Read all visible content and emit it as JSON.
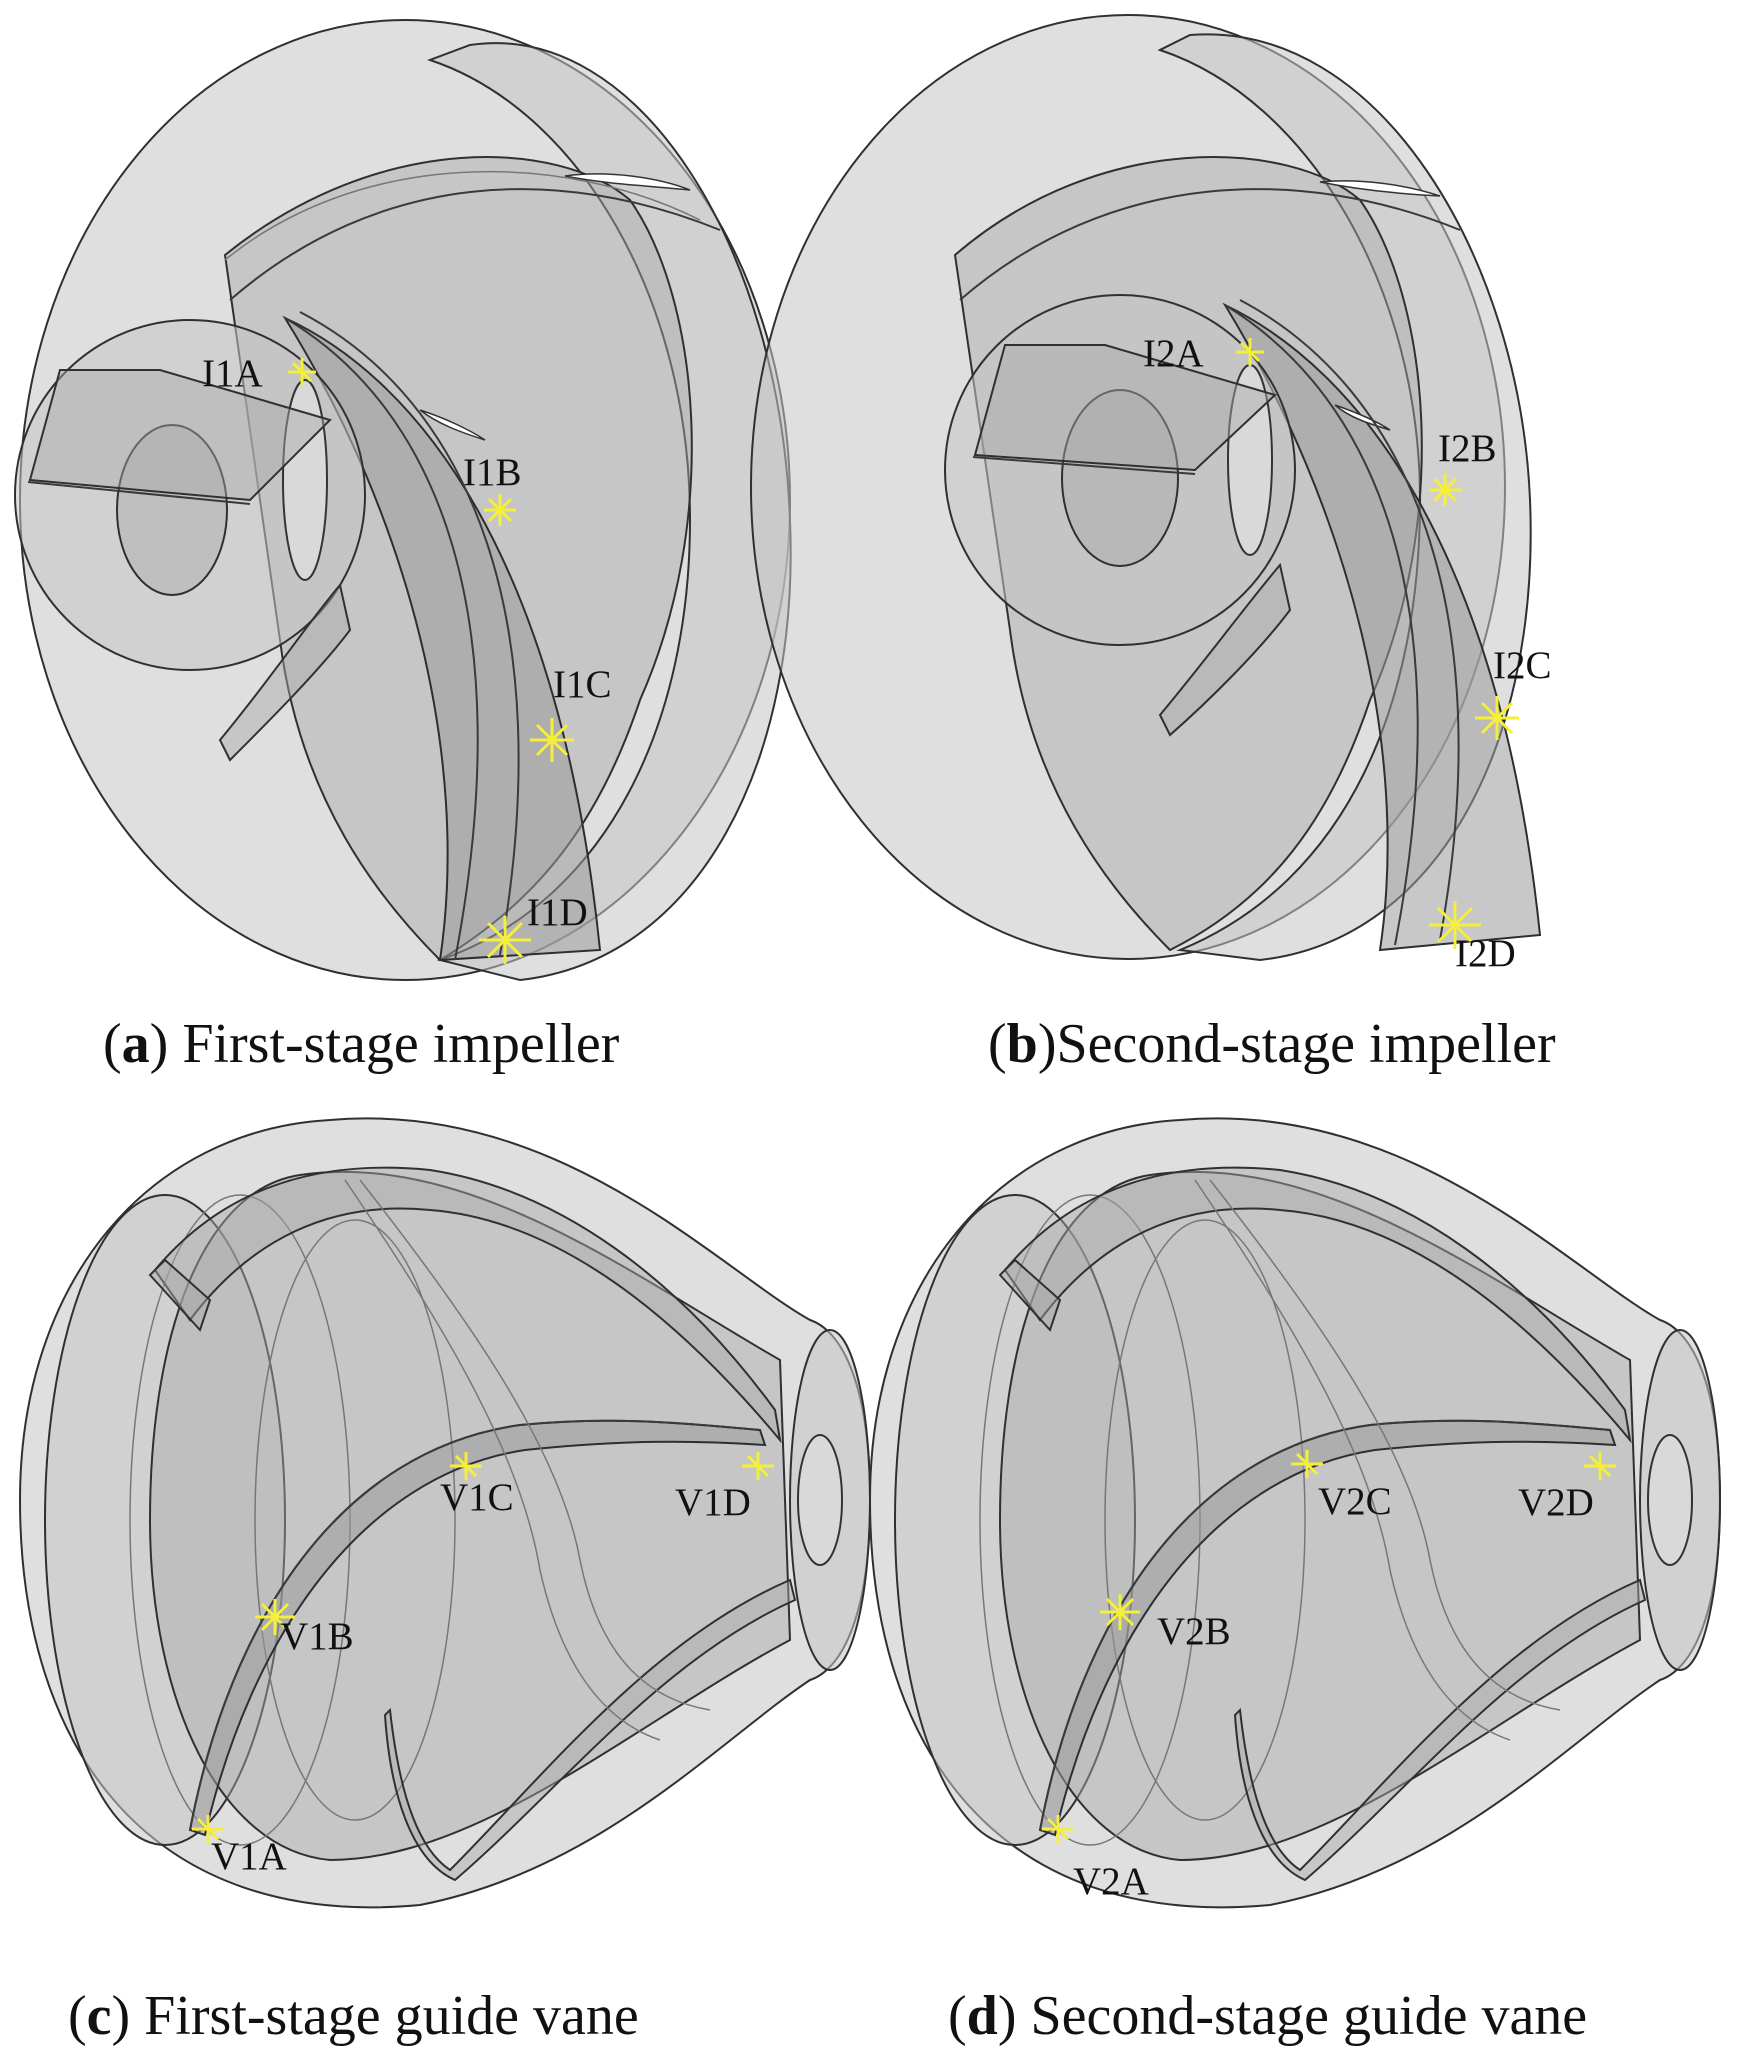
{
  "panels": [
    {
      "id": "a",
      "caption_letter": "a",
      "caption_open": "(",
      "caption_close": ")",
      "caption_text": " First-stage impeller",
      "points": [
        "I1A",
        "I1B",
        "I1C",
        "I1D"
      ]
    },
    {
      "id": "b",
      "caption_letter": "b",
      "caption_open": "(",
      "caption_close": ")",
      "caption_text": "Second-stage impeller",
      "points": [
        "I2A",
        "I2B",
        "I2C",
        "I2D"
      ]
    },
    {
      "id": "c",
      "caption_letter": "c",
      "caption_open": "(",
      "caption_close": ")",
      "caption_text": " First-stage guide vane",
      "points": [
        "V1A",
        "V1B",
        "V1C",
        "V1D"
      ]
    },
    {
      "id": "d",
      "caption_letter": "d",
      "caption_open": "(",
      "caption_close": ")",
      "caption_text": " Second-stage guide vane",
      "points": [
        "V2A",
        "V2B",
        "V2C",
        "V2D"
      ]
    }
  ],
  "colors": {
    "background": "#ffffff",
    "body": "#c4c4c4",
    "marker": "#f4ef3a"
  }
}
